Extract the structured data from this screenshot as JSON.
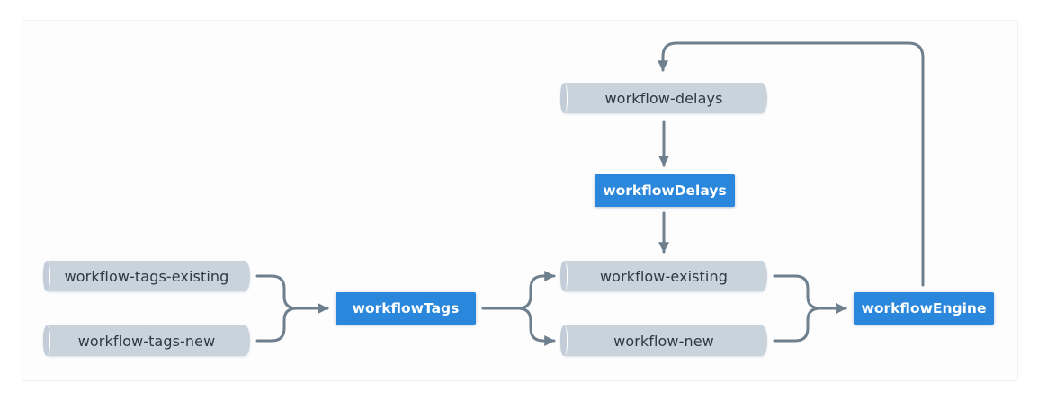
{
  "colors": {
    "topic_fill": "#c9d3dc",
    "processor_fill": "#2a87dc",
    "edge": "#6e7f8e",
    "topic_text": "#2c3a46",
    "processor_text": "#ffffff"
  },
  "topics": {
    "workflow_tags_existing": "workflow-tags-existing",
    "workflow_tags_new": "workflow-tags-new",
    "workflow_delays": "workflow-delays",
    "workflow_existing": "workflow-existing",
    "workflow_new": "workflow-new"
  },
  "processors": {
    "workflow_tags": "workflowTags",
    "workflow_delays": "workflowDelays",
    "workflow_engine": "workflowEngine"
  },
  "edges": [
    {
      "from": "workflow-tags-existing",
      "to": "workflowTags"
    },
    {
      "from": "workflow-tags-new",
      "to": "workflowTags"
    },
    {
      "from": "workflowTags",
      "to": "workflow-existing"
    },
    {
      "from": "workflowTags",
      "to": "workflow-new"
    },
    {
      "from": "workflow-delays",
      "to": "workflowDelays"
    },
    {
      "from": "workflowDelays",
      "to": "workflow-existing"
    },
    {
      "from": "workflow-existing",
      "to": "workflowEngine"
    },
    {
      "from": "workflow-new",
      "to": "workflowEngine"
    },
    {
      "from": "workflowEngine",
      "to": "workflow-delays"
    }
  ]
}
